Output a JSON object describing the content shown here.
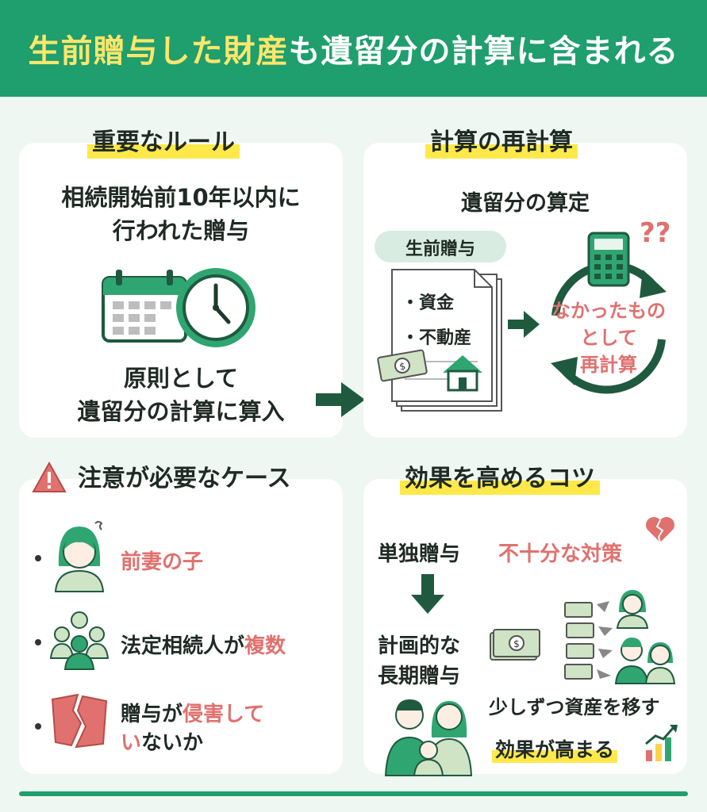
{
  "header": {
    "title_highlight": "生前贈与した財産",
    "title_rest": "も遺留分の計算に含まれる"
  },
  "rule": {
    "title": "重要なルール",
    "line1": "相続開始前10年以内に",
    "line2": "行われた贈与",
    "note1": "原則として",
    "note2": "遺留分の計算に算入"
  },
  "recalc": {
    "title": "計算の再計算",
    "subtitle": "遺留分の算定",
    "gift_label": "生前贈与",
    "item1": "・資金",
    "item2": "・不動産",
    "cycle1": "なかったもの",
    "cycle2": "として",
    "cycle3": "再計算",
    "question_marks": "??"
  },
  "caution": {
    "title": "注意が必要なケース",
    "case1": "前妻の子",
    "case2_plain": "法定相続人が",
    "case2_red": "複数",
    "case3_plain": "贈与が",
    "case3_red_a": "侵害して",
    "case3_red_b": "い",
    "case3_plain_b": "ないか"
  },
  "tips": {
    "title": "効果を高めるコツ",
    "single": "単独贈与",
    "insufficient": "不十分な対策",
    "plan1": "計画的な",
    "plan2": "長期贈与",
    "move": "少しずつ資産を移す",
    "effect": "効果が高まる"
  },
  "colors": {
    "brand": "#1f9e6e",
    "accent_red": "#e0716e",
    "highlight": "#ffe94a",
    "dark_green": "#1f5a3f"
  }
}
